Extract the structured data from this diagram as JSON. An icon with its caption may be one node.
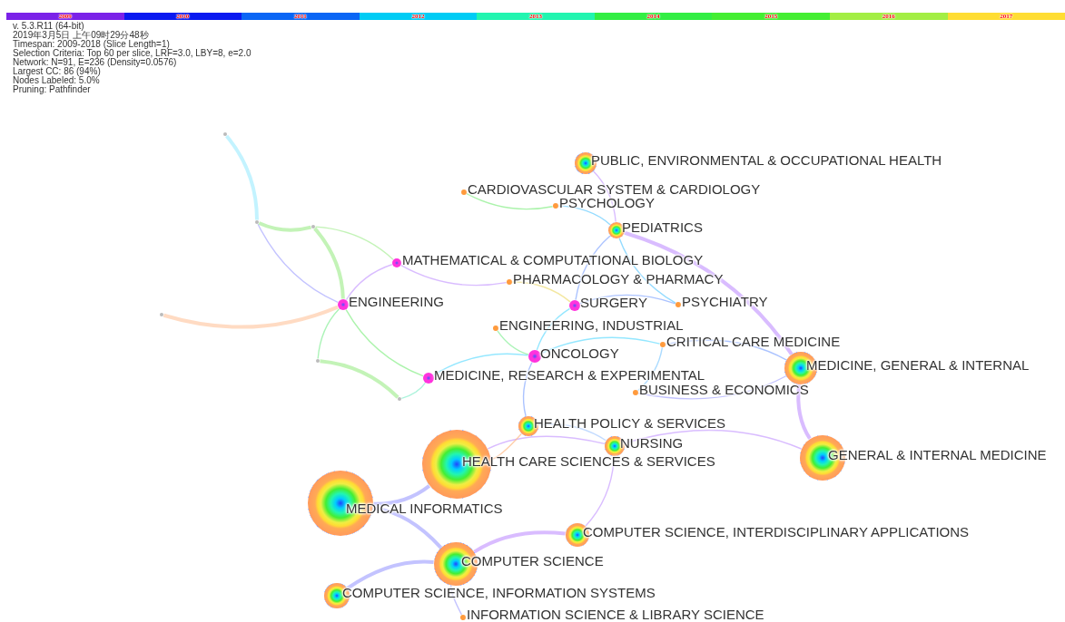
{
  "diagram": {
    "nodes": [
      {
        "text": [
          "PUBLIC, ENVIRONMENTAL & OCCUPATIONAL HEALTH"
        ]
      },
      {
        "text": [
          "CARDIOVASCULAR SYSTEM & CARDIOLOGY"
        ]
      },
      {
        "text": [
          "PSYCHOLOGY"
        ]
      },
      {
        "text": [
          "PEDIATRICS"
        ]
      },
      {
        "text": [
          "MATHEMATICAL & COMPUTATIONAL BIOLOGY"
        ]
      },
      {
        "text": [
          "PHARMACOLOGY & PHARMACY"
        ]
      },
      {
        "text": [
          "ENGINEERING"
        ]
      },
      {
        "text": [
          "SURGERY"
        ]
      },
      {
        "text": [
          "PSYCHIATRY"
        ]
      },
      {
        "text": [
          "ENGINEERING, INDUSTRIAL"
        ]
      },
      {
        "text": [
          "CRITICAL CARE MEDICINE"
        ]
      },
      {
        "text": [
          "ONCOLOGY"
        ]
      },
      {
        "text": [
          "MEDICINE, GENERAL & INTERNAL"
        ]
      },
      {
        "text": [
          "MEDICINE, RESEARCH & EXPERIMENTAL"
        ]
      },
      {
        "text": [
          "BUSINESS & ECONOMICS"
        ]
      },
      {
        "text": [
          "HEALTH POLICY & SERVICES"
        ]
      },
      {
        "text": [
          "NURSING"
        ]
      },
      {
        "text": [
          "GENERAL & INTERNAL MEDICINE"
        ]
      },
      {
        "text": [
          "HEALTH CARE SCIENCES & SERVICES"
        ]
      },
      {
        "text": [
          "MEDICAL INFORMATICS"
        ]
      },
      {
        "text": [
          "COMPUTER SCIENCE, INTERDISCIPLINARY APPLICATIONS"
        ]
      },
      {
        "text": [
          "COMPUTER SCIENCE"
        ]
      },
      {
        "text": [
          "COMPUTER SCIENCE, INFORMATION SYSTEMS"
        ]
      },
      {
        "text": [
          "INFORMATION SCIENCE & LIBRARY SCIENCE"
        ]
      },
      {
        "text": [],
        "shape": "circle"
      },
      {
        "text": [],
        "shape": "circle"
      },
      {
        "text": [],
        "shape": "circle"
      },
      {
        "text": [],
        "shape": "circle"
      },
      {
        "text": [],
        "shape": "circle"
      },
      {
        "text": [],
        "shape": "circle"
      }
    ],
    "edges": [
      {
        "from": 0,
        "to": 3,
        "arrow": "none",
        "color": "#c9a0ff"
      },
      {
        "from": 3,
        "to": 2,
        "arrow": "none",
        "color": "#66ccff"
      },
      {
        "from": 2,
        "to": 1,
        "arrow": "none",
        "color": "#88ee88"
      },
      {
        "from": 3,
        "to": 7,
        "arrow": "none",
        "color": "#88aaff"
      },
      {
        "from": 7,
        "to": 8,
        "arrow": "none",
        "color": "#88aaff"
      },
      {
        "from": 7,
        "to": 11,
        "arrow": "none",
        "color": "#66ddff"
      },
      {
        "from": 5,
        "to": 7,
        "arrow": "none",
        "color": "#eedd77"
      },
      {
        "from": 4,
        "to": 5,
        "arrow": "none",
        "color": "#c9a0ff"
      },
      {
        "from": 6,
        "to": 4,
        "arrow": "none",
        "color": "#c9a0ff"
      },
      {
        "from": 6,
        "to": 13,
        "arrow": "none",
        "color": "#88ee88"
      },
      {
        "from": 13,
        "to": 11,
        "arrow": "none",
        "color": "#66ddff"
      },
      {
        "from": 11,
        "to": 15,
        "arrow": "none",
        "color": "#88aaff"
      },
      {
        "from": 15,
        "to": 16,
        "arrow": "none",
        "color": "#aaccff"
      },
      {
        "from": 16,
        "to": 18,
        "arrow": "none",
        "color": "#c9a0ff"
      },
      {
        "from": 18,
        "to": 19,
        "arrow": "none",
        "style": "thick",
        "color": "#aaaaff"
      },
      {
        "from": 18,
        "to": 15,
        "arrow": "none",
        "color": "#ffbb88"
      },
      {
        "from": 19,
        "to": 21,
        "arrow": "none",
        "style": "thick",
        "color": "#aaaaff"
      },
      {
        "from": 21,
        "to": 22,
        "arrow": "none",
        "style": "thick",
        "color": "#aaaaff"
      },
      {
        "from": 21,
        "to": 20,
        "arrow": "none",
        "style": "thick",
        "color": "#c9a0ff"
      },
      {
        "from": 21,
        "to": 23,
        "arrow": "none",
        "color": "#aaaaff"
      },
      {
        "from": 16,
        "to": 17,
        "arrow": "none",
        "color": "#c9a0ff"
      },
      {
        "from": 12,
        "to": 17,
        "arrow": "none",
        "style": "thick",
        "color": "#c9a0ff"
      },
      {
        "from": 10,
        "to": 12,
        "arrow": "none",
        "color": "#88aaff"
      },
      {
        "from": 14,
        "to": 12,
        "arrow": "none",
        "color": "#aaaaff"
      },
      {
        "from": 10,
        "to": 14,
        "arrow": "none",
        "color": "#88ccff"
      },
      {
        "from": 9,
        "to": 11,
        "arrow": "none",
        "color": "#88ee99"
      },
      {
        "from": 11,
        "to": 10,
        "arrow": "none",
        "color": "#66ddff"
      },
      {
        "from": 3,
        "to": 8,
        "arrow": "none",
        "color": "#66ccff"
      },
      {
        "from": 3,
        "to": 12,
        "arrow": "none",
        "style": "thick",
        "color": "#c9a0ff"
      },
      {
        "from": 20,
        "to": 16,
        "arrow": "none",
        "color": "#c9a0ff"
      },
      {
        "from": 24,
        "to": 25,
        "arrow": "none",
        "style": "thick",
        "color": "#aaeeff"
      },
      {
        "from": 25,
        "to": 6,
        "arrow": "none",
        "color": "#aaaaff"
      },
      {
        "from": 26,
        "to": 6,
        "arrow": "none",
        "style": "thick",
        "color": "#aaee99"
      },
      {
        "from": 25,
        "to": 26,
        "arrow": "none",
        "style": "thick",
        "color": "#aaee99"
      },
      {
        "from": 27,
        "to": 6,
        "arrow": "none",
        "color": "#88ee99"
      },
      {
        "from": 29,
        "to": 6,
        "arrow": "none",
        "style": "thick",
        "color": "#ffccaa"
      },
      {
        "from": 27,
        "to": 28,
        "arrow": "none",
        "style": "thick",
        "color": "#aaee99"
      },
      {
        "from": 28,
        "to": 13,
        "arrow": "none",
        "color": "#88eecc"
      },
      {
        "from": 26,
        "to": 4,
        "arrow": "none",
        "color": "#aaee99"
      }
    ],
    "labels": [
      "v. 5.3.R11 (64-bit)",
      "2019年3月5日 上午09时29分48秒",
      "Timespan: 2009-2018 (Slice Length=1)",
      "Selection Criteria: Top 60 per slice, LRF=3.0, LBY=8, e=2.0",
      "Network: N=91, E=236 (Density=0.0576)",
      "Largest CC: 86 (94%)",
      "Nodes Labeled: 5.0%",
      "Pruning: Pathfinder"
    ],
    "legend": [
      {
        "text": "2009",
        "color": "#7b22e8"
      },
      {
        "text": "2010",
        "color": "#0a1af0"
      },
      {
        "text": "2011",
        "color": "#0a66f5"
      },
      {
        "text": "2012",
        "color": "#00ccf5"
      },
      {
        "text": "2013",
        "color": "#22f5b0"
      },
      {
        "text": "2014",
        "color": "#33ee44"
      },
      {
        "text": "2015",
        "color": "#44ee33"
      },
      {
        "text": "2016",
        "color": "#a3ee44"
      },
      {
        "text": "2017",
        "color": "#ffdd33"
      }
    ]
  }
}
